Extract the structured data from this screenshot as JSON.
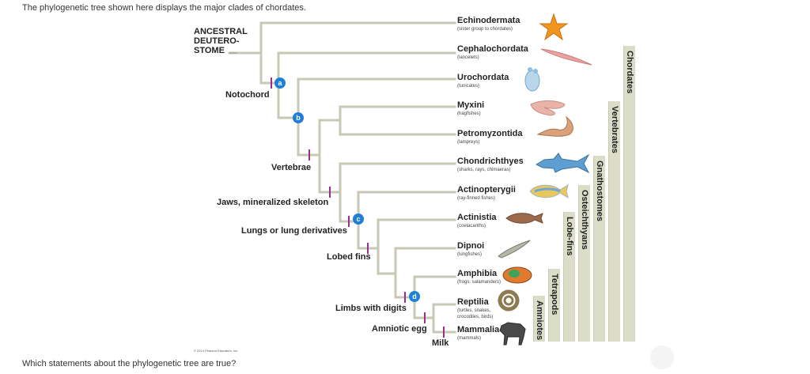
{
  "intro": "The phylogenetic tree shown here displays the major clades of chordates.",
  "question": "Which statements about the phylogenetic tree are true?",
  "credit": "© 2014 Pearson Education, Inc.",
  "ancestral": [
    "ANCESTRAL",
    "DEUTERO-",
    "STOME"
  ],
  "traits": {
    "notochord": "Notochord",
    "vertebrae": "Vertebrae",
    "jaws": "Jaws, mineralized skeleton",
    "lungs": "Lungs or lung derivatives",
    "lobed": "Lobed fins",
    "limbs": "Limbs with digits",
    "amniotic": "Amniotic egg",
    "milk": "Milk"
  },
  "nodes": [
    "a",
    "b",
    "c",
    "d"
  ],
  "taxa": [
    {
      "name": "Echinodermata",
      "common": "(sister group to chordates)"
    },
    {
      "name": "Cephalochordata",
      "common": "(lancelets)"
    },
    {
      "name": "Urochordata",
      "common": "(tunicates)"
    },
    {
      "name": "Myxini",
      "common": "(hagfishes)"
    },
    {
      "name": "Petromyzontida",
      "common": "(lampreys)"
    },
    {
      "name": "Chondrichthyes",
      "common": "(sharks, rays, chimaeras)"
    },
    {
      "name": "Actinopterygii",
      "common": "(ray-finned fishes)"
    },
    {
      "name": "Actinistia",
      "common": "(coelacanths)"
    },
    {
      "name": "Dipnoi",
      "common": "(lungfishes)"
    },
    {
      "name": "Amphibia",
      "common": "(frogs, salamanders)"
    },
    {
      "name": "Reptilia",
      "common": "(turtles, snakes,"
    },
    {
      "name": "Mammalia",
      "common": "(mammals)"
    }
  ],
  "reptilia_common_extra": "crocodiles, birds)",
  "groups": {
    "chordates": "Chordates",
    "vertebrates": "Vertebrates",
    "gnathostomes": "Gnathostomes",
    "osteichthyans": "Osteichthyans",
    "lobefins": "Lobe-fins",
    "tetrapods": "Tetrapods",
    "amniotes": "Amniotes"
  },
  "colors": {
    "branch": "#c8c8b4",
    "marker": "#1f7fd6",
    "tick": "#9b2d8f",
    "bar": "#dcddc9"
  },
  "icons": [
    "sea-star-icon",
    "lancelet-icon",
    "tunicate-icon",
    "hagfish-icon",
    "lamprey-icon",
    "shark-icon",
    "ray-finned-fish-icon",
    "coelacanth-icon",
    "lungfish-icon",
    "frog-icon",
    "snake-icon",
    "wildebeest-icon"
  ]
}
